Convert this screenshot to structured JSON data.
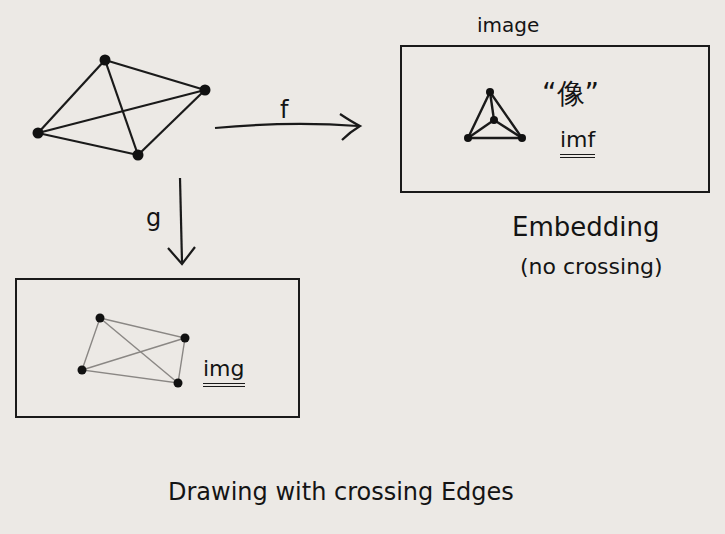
{
  "diagram": {
    "nodes": [
      {
        "text": [
          "image",
          "“像”",
          "imf"
        ]
      },
      {
        "text": [
          "img"
        ]
      }
    ],
    "labels": [
      "f",
      "g",
      "Embedding",
      "(no crossing)",
      "Drawing with crossing Edges"
    ]
  }
}
